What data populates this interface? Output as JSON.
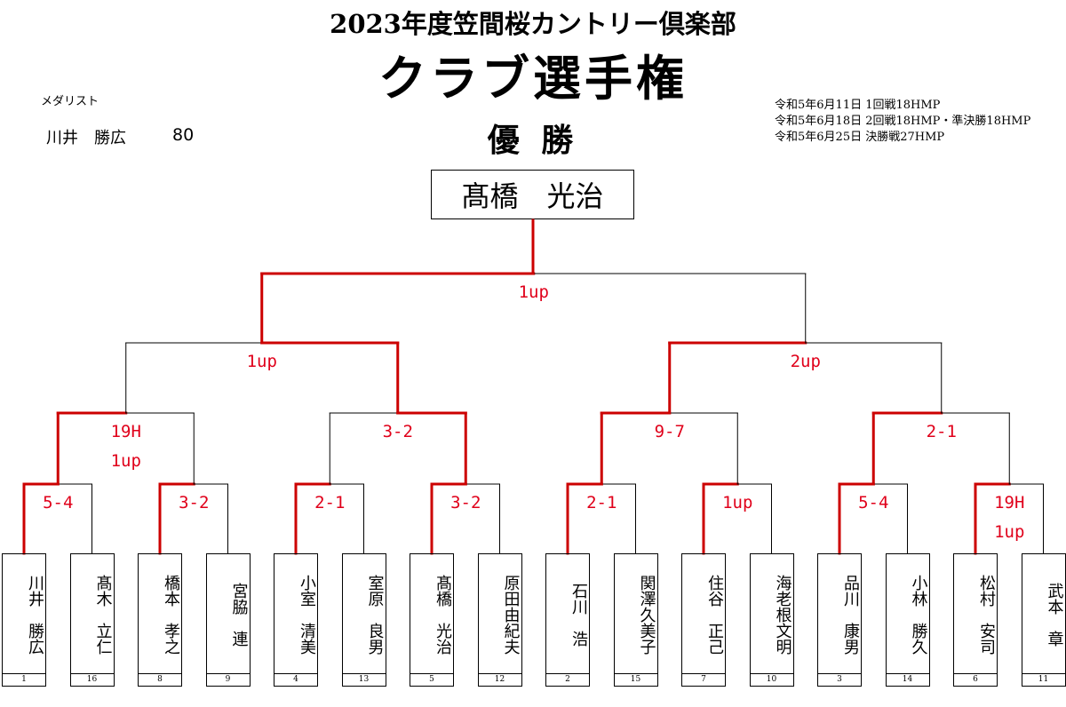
{
  "header": {
    "title_line1": "2023年度笠間桜カントリー倶楽部",
    "title_line2": "クラブ選手権",
    "winner_label": "優 勝"
  },
  "medalist": {
    "label": "メダリスト",
    "name": "川井　勝広",
    "score": "80"
  },
  "schedule": [
    "令和5年6月11日 1回戦18HMP",
    "令和5年6月18日 2回戦18HMP・準決勝18HMP",
    "令和5年6月25日 決勝戦27HMP"
  ],
  "champion": "髙橋　光治",
  "players": [
    {
      "name": "川井　勝広",
      "seed": "1"
    },
    {
      "name": "髙木　立仁",
      "seed": "16"
    },
    {
      "name": "橋本　孝之",
      "seed": "8"
    },
    {
      "name": "宮脇　連",
      "seed": "9"
    },
    {
      "name": "小室　清美",
      "seed": "4"
    },
    {
      "name": "室原　良男",
      "seed": "13"
    },
    {
      "name": "髙橋　光治",
      "seed": "5"
    },
    {
      "name": "原田由紀夫",
      "seed": "12"
    },
    {
      "name": "石川　浩",
      "seed": "2"
    },
    {
      "name": "関澤久美子",
      "seed": "15"
    },
    {
      "name": "住谷　正己",
      "seed": "7"
    },
    {
      "name": "海老根文明",
      "seed": "10"
    },
    {
      "name": "品川　康男",
      "seed": "3"
    },
    {
      "name": "小林　勝久",
      "seed": "14"
    },
    {
      "name": "松村　安司",
      "seed": "6"
    },
    {
      "name": "武本　章",
      "seed": "11"
    }
  ],
  "results": {
    "round1": [
      {
        "score": "5-4",
        "winner": 0
      },
      {
        "score": "3-2",
        "winner": 0
      },
      {
        "score": "2-1",
        "winner": 0
      },
      {
        "score": "3-2",
        "winner": 0
      },
      {
        "score": "2-1",
        "winner": 0
      },
      {
        "score": "1up",
        "winner": 0
      },
      {
        "score": "5-4",
        "winner": 0
      },
      {
        "score": "19H\n1up",
        "winner": 0
      }
    ],
    "round2": [
      {
        "score": "19H\n1up",
        "winner": 0
      },
      {
        "score": "3-2",
        "winner": 1
      },
      {
        "score": "9-7",
        "winner": 0
      },
      {
        "score": "2-1",
        "winner": 0
      }
    ],
    "semifinal": [
      {
        "score": "1up",
        "winner": 1
      },
      {
        "score": "2up",
        "winner": 0
      }
    ],
    "final": [
      {
        "score": "1up",
        "winner": 0
      }
    ]
  },
  "colors": {
    "winner_line": "#cc0000",
    "score_text": "#e0001a",
    "loser_line": "#000000"
  }
}
